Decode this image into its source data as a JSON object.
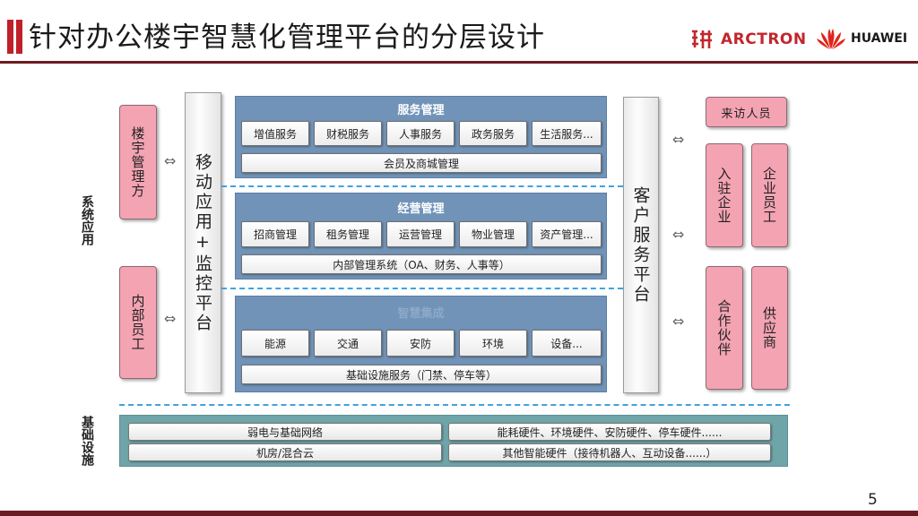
{
  "header": {
    "title": "针对办公楼宇智慧化管理平台的分层设计",
    "page_number": "5"
  },
  "logos": {
    "arctron_text": "ARCTRON",
    "huawei_text": "HUAWEI"
  },
  "side_labels": {
    "app": "系统应用",
    "infra": "基础设施"
  },
  "left_users": {
    "building_manager": "楼宇管理方",
    "internal_staff": "内部员工"
  },
  "platforms": {
    "mobile": "移动应用+监控平台",
    "customer": "客户服务平台"
  },
  "layers": {
    "service": {
      "title": "服务管理",
      "cells": [
        "增值服务",
        "财税服务",
        "人事服务",
        "政务服务",
        "生活服务..."
      ],
      "bar": "会员及商城管理"
    },
    "operation": {
      "title": "经营管理",
      "cells": [
        "招商管理",
        "租务管理",
        "运营管理",
        "物业管理",
        "资产管理..."
      ],
      "bar": "内部管理系统（OA、财务、人事等）"
    },
    "integration": {
      "title": "智慧集成",
      "cells": [
        "能源",
        "交通",
        "安防",
        "环境",
        "设备..."
      ],
      "bar": "基础设施服务（门禁、停车等）"
    }
  },
  "right_users": {
    "visitor": "来访人员",
    "tenant": "入驻企业",
    "employee": "企业员工",
    "partner": "合作伙伴",
    "supplier": "供应商"
  },
  "infrastructure": {
    "cells": [
      "弱电与基础网络",
      "能耗硬件、环境硬件、安防硬件、停车硬件......",
      "机房/混合云",
      "其他智能硬件（接待机器人、互动设备......）"
    ]
  },
  "colors": {
    "accent": "#c0202a",
    "panel": "#7193b8",
    "pink": "#f4a3b3",
    "infra": "#6fa5a9",
    "dash": "#3fa3e0"
  }
}
